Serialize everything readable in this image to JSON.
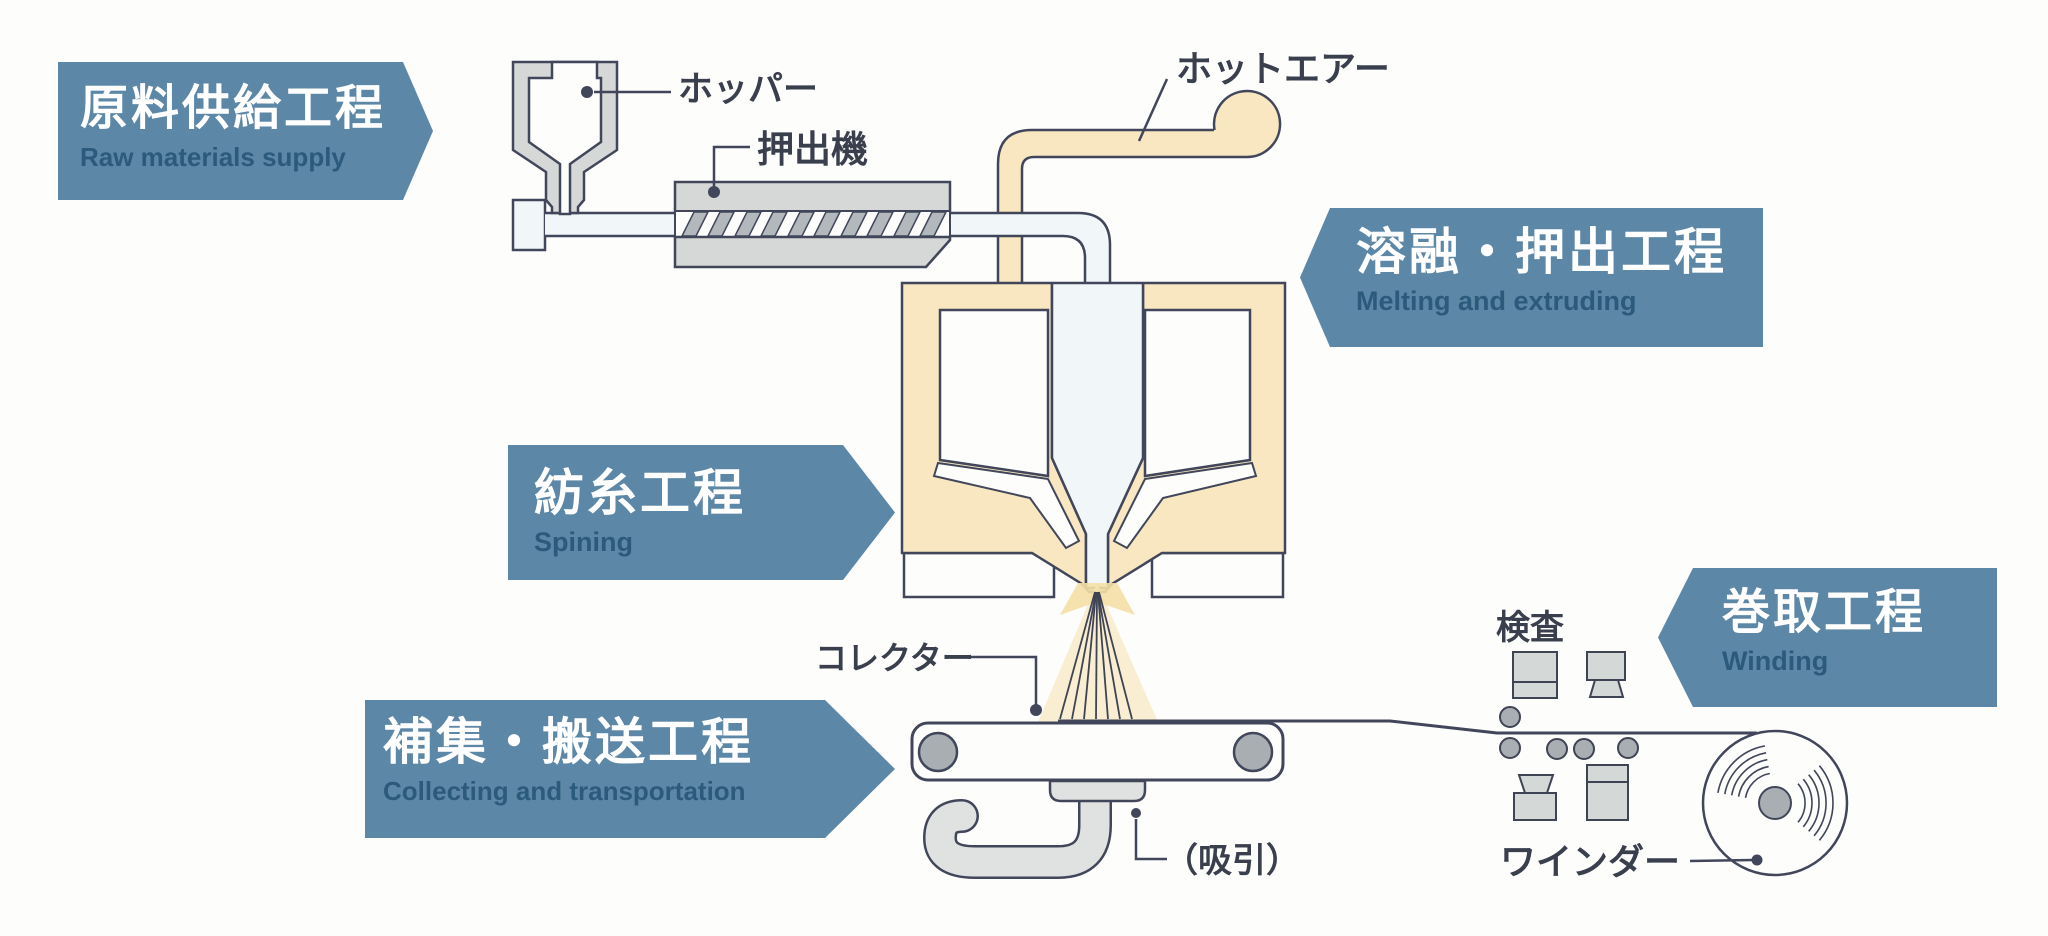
{
  "banners": [
    {
      "id": "raw-materials",
      "title": "原料供給工程",
      "subtitle": "Raw materials supply",
      "direction": "right"
    },
    {
      "id": "melting-extruding",
      "title": "溶融・押出工程",
      "subtitle": "Melting and extruding",
      "direction": "left"
    },
    {
      "id": "spinning",
      "title": "紡糸工程",
      "subtitle": "Spining",
      "direction": "right"
    },
    {
      "id": "collecting-transportation",
      "title": "補集・搬送工程",
      "subtitle": "Collecting and transportation",
      "direction": "right"
    },
    {
      "id": "winding",
      "title": "巻取工程",
      "subtitle": "Winding",
      "direction": "left"
    }
  ],
  "part_labels": {
    "hopper": "ホッパー",
    "extruder": "押出機",
    "hot_air": "ホットエアー",
    "collector": "コレクター",
    "suction": "（吸引）",
    "inspection": "検査",
    "winder": "ワインダー"
  },
  "colors": {
    "banner_blue": "#5d87a6",
    "banner_subtitle_navy": "#2b5a7c",
    "outline_slate": "#41465a",
    "machine_gray": "#d5d8d6",
    "roller_gray": "#a9aeb3",
    "hot_air_beige": "#f8e7c1",
    "melt_channel": "#f1f7f9",
    "spray_glow": "#f6e4b2",
    "background": "#fdfdfc"
  }
}
